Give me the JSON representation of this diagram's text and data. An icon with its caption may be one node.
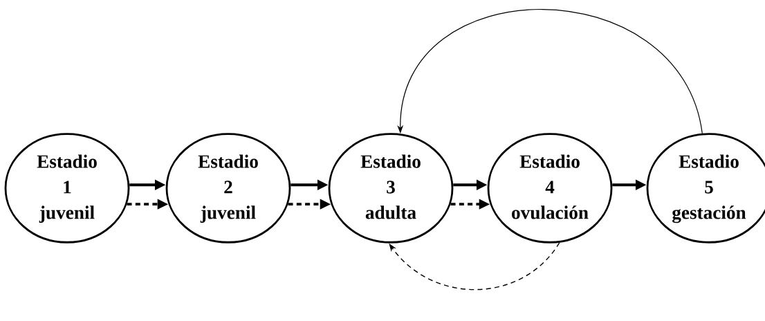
{
  "diagram": {
    "nodes": [
      {
        "text": [
          "Estadio",
          "1",
          "juvenil"
        ]
      },
      {
        "text": [
          "Estadio",
          "2",
          "juvenil"
        ]
      },
      {
        "text": [
          "Estadio",
          "3",
          "adulta"
        ]
      },
      {
        "text": [
          "Estadio",
          "4",
          "ovulación"
        ]
      },
      {
        "text": [
          "Estadio",
          "5",
          "gestación"
        ]
      }
    ],
    "edges": [
      {
        "from": 0,
        "to": 1,
        "arrow": "to"
      },
      {
        "from": 0,
        "to": 1,
        "arrow": "to",
        "style": "dashed"
      },
      {
        "from": 1,
        "to": 2,
        "arrow": "to"
      },
      {
        "from": 1,
        "to": 2,
        "arrow": "to",
        "style": "dashed"
      },
      {
        "from": 2,
        "to": 3,
        "arrow": "to"
      },
      {
        "from": 2,
        "to": 3,
        "arrow": "to",
        "style": "dashed"
      },
      {
        "from": 3,
        "to": 4,
        "arrow": "to"
      },
      {
        "from": 4,
        "to": 2,
        "arrow": "to"
      },
      {
        "from": 3,
        "to": 2,
        "arrow": "to",
        "style": "dashed"
      }
    ]
  }
}
